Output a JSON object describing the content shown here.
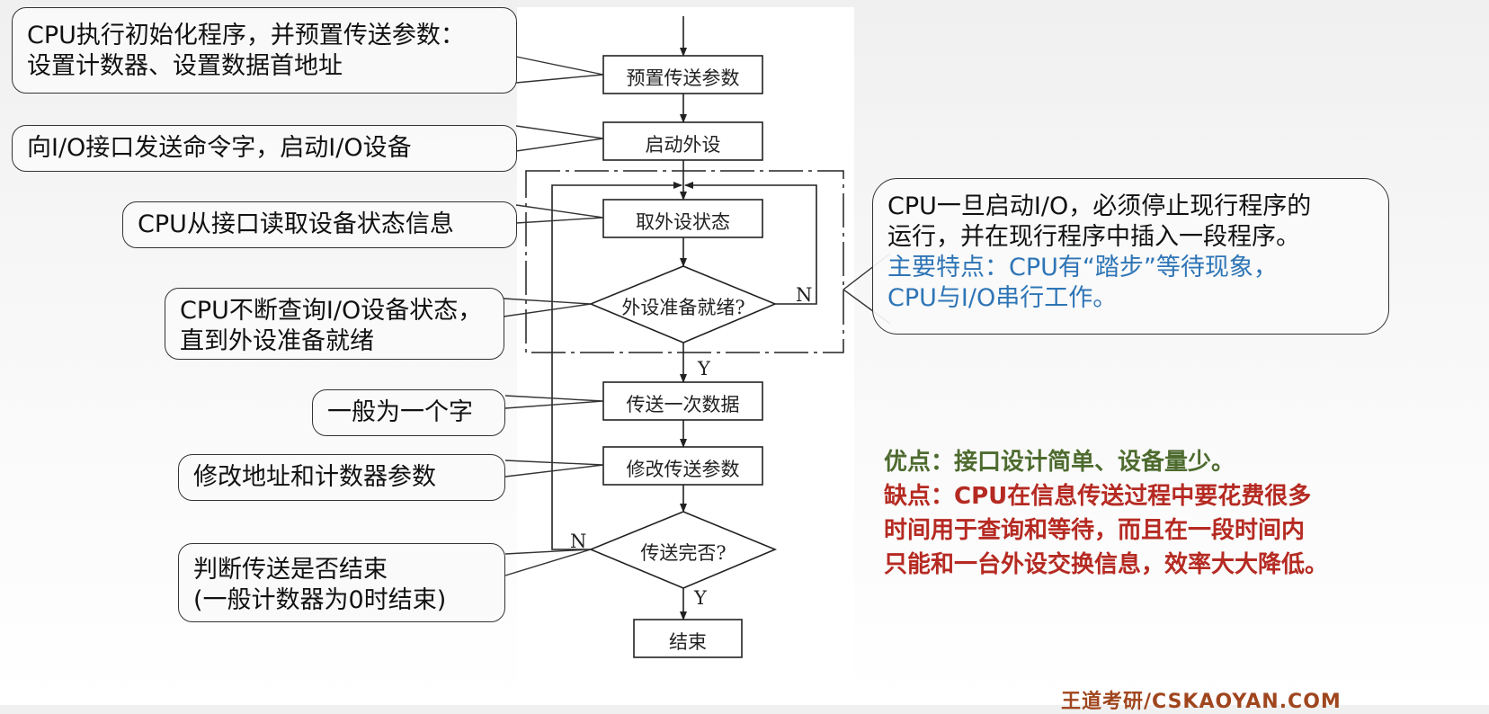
{
  "flowchart": {
    "steps": [
      {
        "id": "preset",
        "label": "预置传送参数"
      },
      {
        "id": "start-device",
        "label": "启动外设"
      },
      {
        "id": "read-status",
        "label": "取外设状态"
      },
      {
        "id": "ready-check",
        "label": "外设准备就绪?"
      },
      {
        "id": "transfer-once",
        "label": "传送一次数据"
      },
      {
        "id": "modify-params",
        "label": "修改传送参数"
      },
      {
        "id": "done-check",
        "label": "传送完否?"
      },
      {
        "id": "end",
        "label": "结束"
      }
    ],
    "branch_labels": {
      "ready_no": "N",
      "ready_yes": "Y",
      "done_no": "N",
      "done_yes": "Y"
    }
  },
  "callouts": {
    "preset": [
      "CPU执行初始化程序，并预置传送参数：",
      "设置计数器、设置数据首地址"
    ],
    "start_device": [
      "向I/O接口发送命令字，启动I/O设备"
    ],
    "read_status": [
      "CPU从接口读取设备状态信息"
    ],
    "ready_check": [
      "CPU不断查询I/O设备状态，",
      "直到外设准备就绪"
    ],
    "transfer_once": [
      "一般为一个字"
    ],
    "modify_params": [
      "修改地址和计数器参数"
    ],
    "done_check": [
      "判断传送是否结束",
      "(一般计数器为0时结束)"
    ],
    "loop_summary": {
      "black": [
        "CPU一旦启动I/O，必须停止现行程序的",
        "运行，并在现行程序中插入一段程序。"
      ],
      "blue": [
        "主要特点：CPU有“踏步”等待现象，",
        "CPU与I/O串行工作。"
      ]
    }
  },
  "notes": {
    "advantage": "优点：接口设计简单、设备量少。",
    "disadvantage": [
      "缺点：CPU在信息传送过程中要花费很多",
      "时间用于查询和等待，而且在一段时间内",
      "只能和一台外设交换信息，效率大大降低。"
    ]
  },
  "footer": "王道考研/CSKAOYAN.COM",
  "colors": {
    "highlight_blue": "#2e75b6",
    "advantage_green": "#4e6b2f",
    "disadvantage_red": "#b52a22",
    "footer_brown": "#a0461e"
  }
}
